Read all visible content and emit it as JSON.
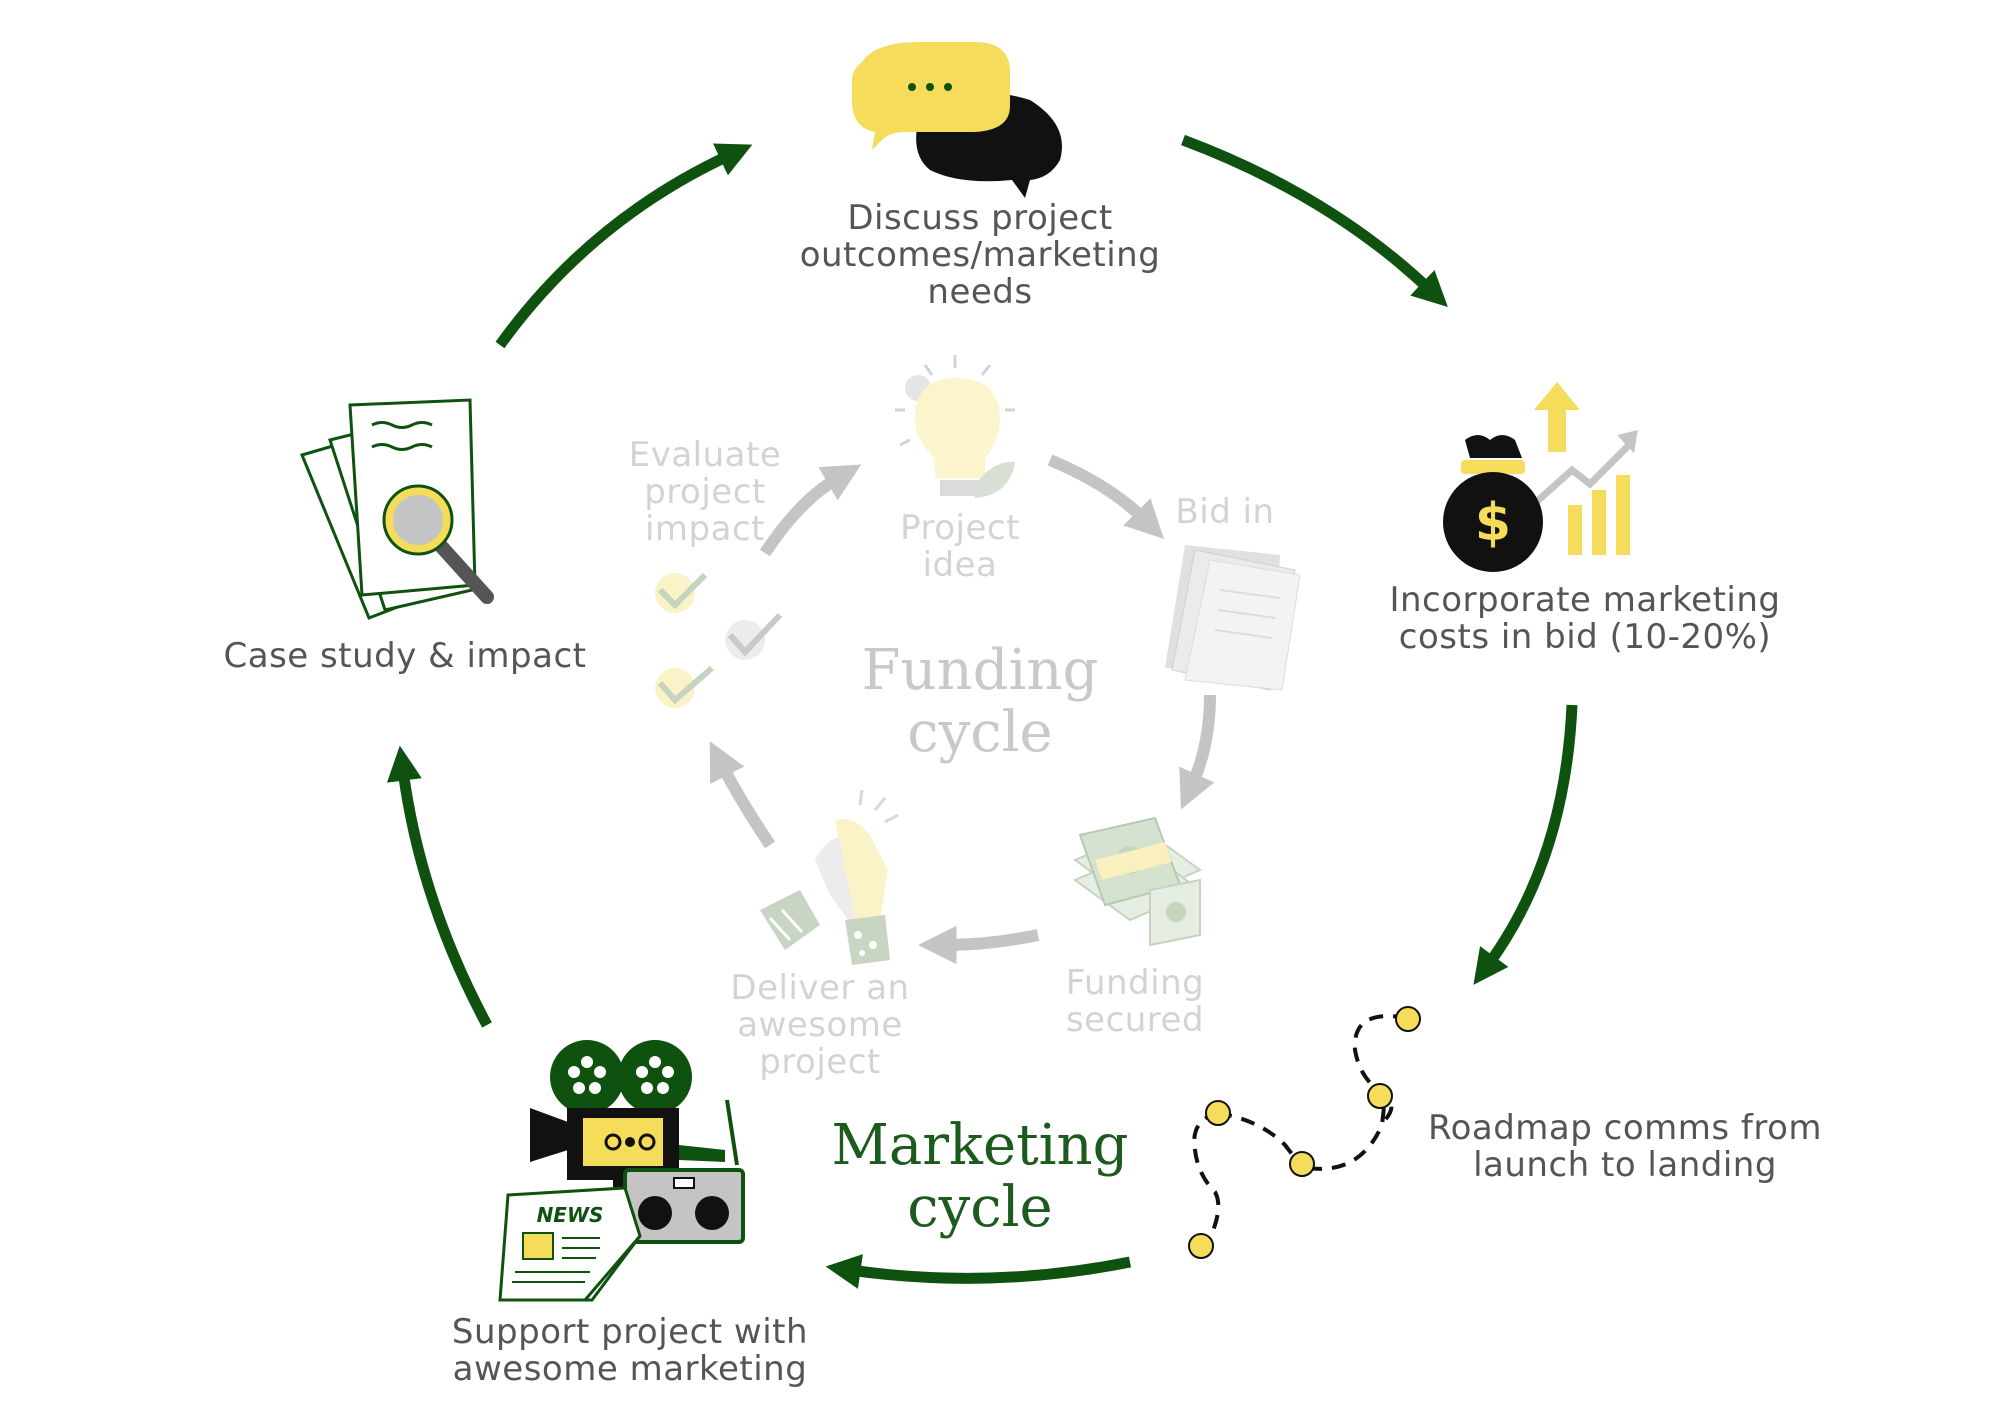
{
  "colors": {
    "dark_green": "#0f5210",
    "light_gray": "#c4c4c4",
    "label_gray": "#555555",
    "faded_label": "#d3d3d3",
    "yellow": "#f5dc5b",
    "black": "#111111"
  },
  "marketing_cycle": {
    "title": "Marketing\ncycle",
    "steps": [
      {
        "label": "Discuss project\noutcomes/marketing\nneeds",
        "icon": "chat-bubbles-icon"
      },
      {
        "label": "Incorporate marketing\ncosts in bid (10-20%)",
        "icon": "money-bag-growth-icon"
      },
      {
        "label": "Roadmap comms from\nlaunch to landing",
        "icon": "dotted-roadmap-icon"
      },
      {
        "label": "Support project with\nawesome marketing",
        "icon": "media-camera-radio-news-icon"
      },
      {
        "label": "Case study & impact",
        "icon": "document-magnifier-icon"
      }
    ]
  },
  "funding_cycle": {
    "title": "Funding\ncycle",
    "steps": [
      {
        "label": "Project\nidea",
        "icon": "lightbulb-icon"
      },
      {
        "label": "Bid in",
        "icon": "papers-icon"
      },
      {
        "label": "Funding\nsecured",
        "icon": "cash-stack-icon"
      },
      {
        "label": "Deliver an\nawesome\nproject",
        "icon": "high-five-icon"
      },
      {
        "label": "Evaluate\nproject\nimpact",
        "icon": "checkmarks-icon"
      }
    ]
  },
  "news_text": "NEWS"
}
